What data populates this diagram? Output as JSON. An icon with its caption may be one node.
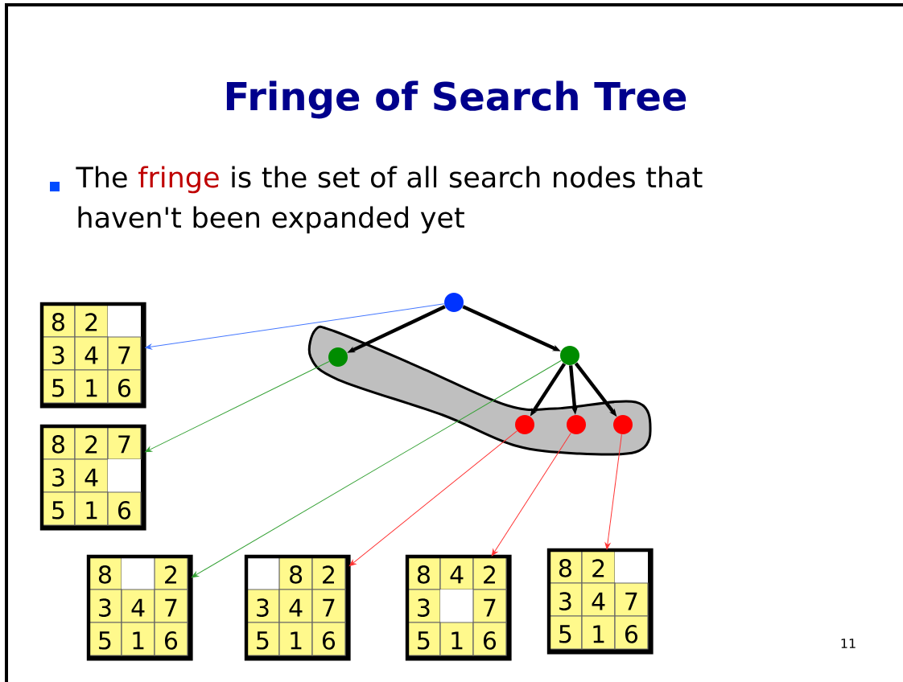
{
  "diagram": {
    "title": "Fringe of Search Tree",
    "nodes": [
      {
        "text": [],
        "shape": "circle"
      },
      {
        "text": [],
        "shape": "circle"
      },
      {
        "text": [],
        "shape": "circle"
      },
      {
        "text": [],
        "shape": "circle"
      },
      {
        "text": [],
        "shape": "circle"
      },
      {
        "text": [],
        "shape": "circle"
      },
      {
        "text": [
          "8",
          "2",
          "3",
          "4",
          "7",
          "5",
          "1",
          "6"
        ]
      },
      {
        "text": [
          "8",
          "2",
          "7",
          "3",
          "4",
          "5",
          "1",
          "6"
        ]
      },
      {
        "text": [
          "8",
          "2",
          "3",
          "4",
          "7",
          "5",
          "1",
          "6"
        ]
      },
      {
        "text": [
          "8",
          "2",
          "3",
          "4",
          "7",
          "5",
          "1",
          "6"
        ]
      },
      {
        "text": [
          "8",
          "4",
          "2",
          "3",
          "7",
          "5",
          "1",
          "6"
        ]
      },
      {
        "text": [
          "8",
          "2",
          "3",
          "4",
          "7",
          "5",
          "1",
          "6"
        ]
      }
    ],
    "edges": [
      {
        "from": 0,
        "to": 1,
        "arrow": "to",
        "style": "thick",
        "color": "#000000"
      },
      {
        "from": 0,
        "to": 2,
        "arrow": "to",
        "style": "thick",
        "color": "#000000"
      },
      {
        "from": 2,
        "to": 3,
        "arrow": "to",
        "style": "thick",
        "color": "#000000"
      },
      {
        "from": 2,
        "to": 4,
        "arrow": "to",
        "style": "thick",
        "color": "#000000"
      },
      {
        "from": 2,
        "to": 5,
        "arrow": "to",
        "style": "thick",
        "color": "#000000"
      },
      {
        "from": 0,
        "to": 6,
        "arrow": "to",
        "color": "#4477ff"
      },
      {
        "from": 1,
        "to": 7,
        "arrow": "to",
        "color": "#33a033"
      },
      {
        "from": 2,
        "to": 8,
        "arrow": "to",
        "color": "#33a033"
      },
      {
        "from": 3,
        "to": 9,
        "arrow": "to",
        "color": "#ff3333"
      },
      {
        "from": 4,
        "to": 10,
        "arrow": "to",
        "color": "#ff3333"
      },
      {
        "from": 5,
        "to": 11,
        "arrow": "to",
        "color": "#ff3333"
      }
    ],
    "labels": [
      "The",
      "fringe",
      "is the set of all search nodes that haven't been expanded yet",
      "11"
    ]
  }
}
